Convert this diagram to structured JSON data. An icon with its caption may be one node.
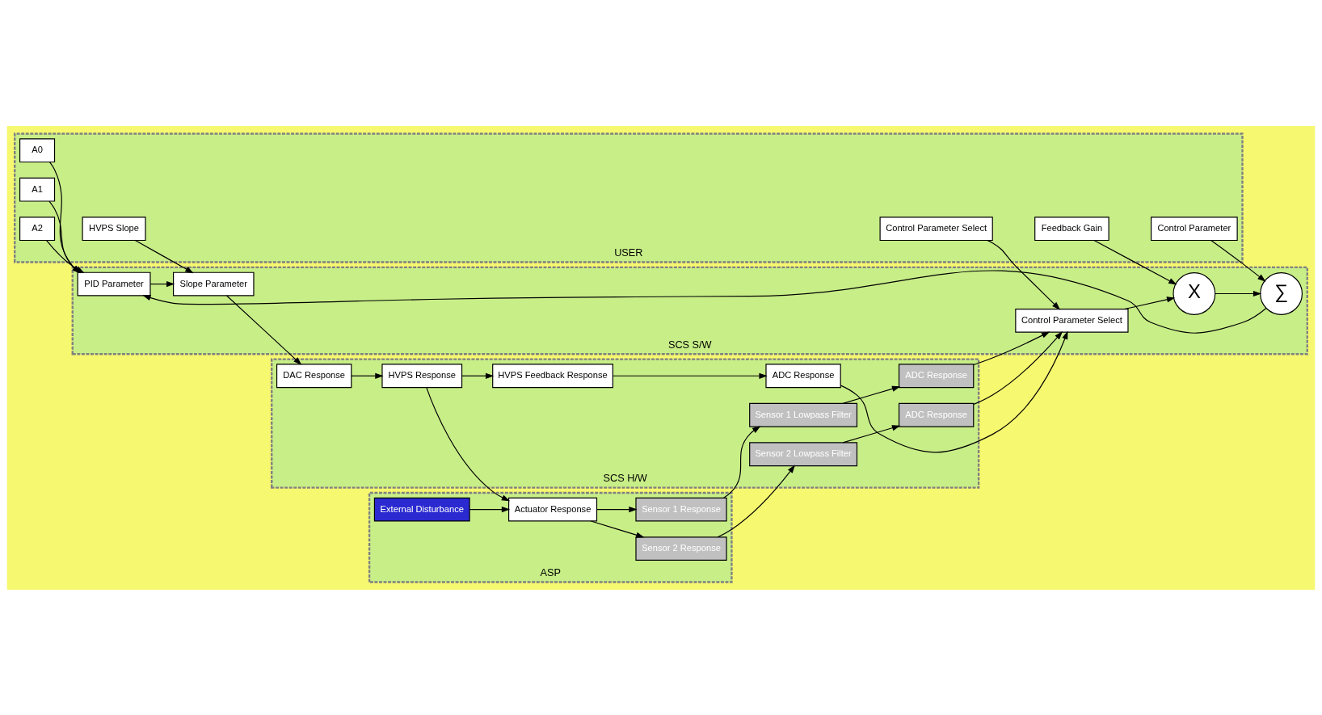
{
  "diagram": {
    "nodes": [
      {
        "text": [
          "USER"
        ]
      },
      {
        "text": [
          "A0"
        ],
        "in": 0
      },
      {
        "text": [
          "A1"
        ],
        "in": 0
      },
      {
        "text": [
          "A2"
        ],
        "in": 0
      },
      {
        "text": [
          "Control Parameter"
        ],
        "in": 0
      },
      {
        "text": [
          "HVPS Slope"
        ],
        "in": 0
      },
      {
        "text": [
          "Feedback Gain"
        ],
        "in": 0
      },
      {
        "text": [
          "Control Parameter Select"
        ],
        "in": 0
      },
      {
        "text": [
          "SCS S/W"
        ]
      },
      {
        "text": [
          "PID Parameter"
        ],
        "in": 8
      },
      {
        "text": [
          "Slope Parameter"
        ],
        "in": 8
      },
      {
        "text": [
          "∑"
        ],
        "in": 8
      },
      {
        "text": [
          "X"
        ],
        "in": 8
      },
      {
        "text": [
          "Control Parameter Select"
        ],
        "in": 8
      },
      {
        "text": [
          "SCS H/W"
        ]
      },
      {
        "text": [
          "DAC Response"
        ],
        "in": 14
      },
      {
        "text": [
          "HVPS Response"
        ],
        "in": 14
      },
      {
        "text": [
          "ADC Response"
        ],
        "in": 14
      },
      {
        "text": [
          "HVPS Feedback Response"
        ],
        "in": 14
      },
      {
        "text": [
          "ADC Response"
        ],
        "in": 14
      },
      {
        "text": [
          "Sensor 1 Lowpass Filter"
        ],
        "in": 14
      },
      {
        "text": [
          "ADC Response"
        ],
        "in": 14
      },
      {
        "text": [
          "Sensor 2 Lowpass Filter"
        ],
        "in": 14
      },
      {
        "text": [
          "ASP"
        ]
      },
      {
        "text": [
          "Actuator Response"
        ],
        "in": 23
      },
      {
        "text": [
          "External Disturbance"
        ],
        "in": 23
      },
      {
        "text": [
          "Sensor 1 Response"
        ],
        "in": 23
      },
      {
        "text": [
          "Sensor 2 Response"
        ],
        "in": 23
      }
    ],
    "edges": [
      {
        "from": 1,
        "to": 9,
        "arrow": "to"
      },
      {
        "from": 2,
        "to": 9,
        "arrow": "to"
      },
      {
        "from": 3,
        "to": 9,
        "arrow": "to"
      },
      {
        "from": 4,
        "to": 11,
        "arrow": "to"
      },
      {
        "from": 5,
        "to": 10,
        "arrow": "to"
      },
      {
        "from": 6,
        "to": 12,
        "arrow": "to"
      },
      {
        "from": 7,
        "to": 13,
        "arrow": "to"
      },
      {
        "from": 11,
        "to": 9,
        "arrow": "to"
      },
      {
        "from": 12,
        "to": 11,
        "arrow": "to"
      },
      {
        "from": 13,
        "to": 12,
        "arrow": "to"
      },
      {
        "from": 9,
        "to": 10,
        "arrow": "to"
      },
      {
        "from": 10,
        "to": 15,
        "arrow": "to"
      },
      {
        "from": 15,
        "to": 16,
        "arrow": "to"
      },
      {
        "from": 16,
        "to": 24,
        "arrow": "to"
      },
      {
        "from": 16,
        "to": 18,
        "arrow": "to"
      },
      {
        "from": 25,
        "to": 24,
        "arrow": "to"
      },
      {
        "from": 24,
        "to": 26,
        "arrow": "to"
      },
      {
        "from": 24,
        "to": 27,
        "arrow": "to"
      },
      {
        "from": 26,
        "to": 20,
        "arrow": "to"
      },
      {
        "from": 27,
        "to": 22,
        "arrow": "to"
      },
      {
        "from": 18,
        "to": 17,
        "arrow": "to"
      },
      {
        "from": 20,
        "to": 19,
        "arrow": "to"
      },
      {
        "from": 22,
        "to": 21,
        "arrow": "to"
      },
      {
        "from": 17,
        "to": 13,
        "arrow": "to"
      },
      {
        "from": 19,
        "to": 13,
        "arrow": "to"
      },
      {
        "from": 21,
        "to": 13,
        "arrow": "to"
      }
    ]
  }
}
